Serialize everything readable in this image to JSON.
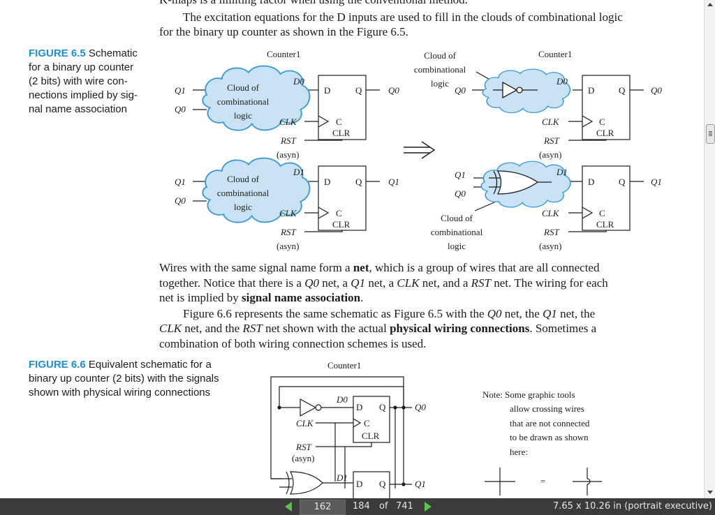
{
  "top_text": {
    "cut_line": "K-maps is a limiting factor when using the conventional method.",
    "p1_line1": "The excitation equations for the D inputs are used to fill in the clouds of combinational logic",
    "p1_line2": "for the binary up counter as shown in the Figure 6.5."
  },
  "figure_6_5": {
    "caption_label": "FIGURE 6.5",
    "caption_lines": [
      "Schematic",
      "for a binary up counter",
      "(2 bits) with wire con-",
      "nections implied by sig-",
      "nal name association"
    ],
    "left": {
      "title": "Counter1",
      "cloud_lines": [
        "Cloud of",
        "combinational",
        "logic"
      ],
      "q1": "Q1",
      "q0": "Q0",
      "d0": "D0",
      "d1": "D1",
      "clk": "CLK",
      "rst": "RST",
      "asyn": "(asyn)",
      "ff_d": "D",
      "ff_q": "Q",
      "ff_c": "C",
      "ff_clr": "CLR"
    },
    "right": {
      "title": "Counter1",
      "cloud_label_lines": [
        "Cloud of",
        "combinational",
        "logic"
      ]
    },
    "arrow": "⇒"
  },
  "middle_text": {
    "l1_a": "Wires with the same signal name form a ",
    "l1_b": "net",
    "l1_c": ", which is a group of wires that are all connected",
    "l2_a": "together. Notice that there is a ",
    "l2_q0": "Q0",
    "l2_b": " net, a ",
    "l2_q1": "Q1",
    "l2_c": " net, a ",
    "l2_clk": "CLK",
    "l2_d": " net, and a ",
    "l2_rst": "RST",
    "l2_e": " net. The wiring for each",
    "l3_a": "net is implied by ",
    "l3_b": "signal name association",
    "l3_c": ".",
    "l4_a": "Figure 6.6 represents the same schematic as Figure 6.5 with the ",
    "l4_q0": "Q0",
    "l4_b": " net, the ",
    "l4_q1": "Q1",
    "l4_c": " net, the",
    "l5_clk": "CLK",
    "l5_a": " net, and the ",
    "l5_rst": "RST",
    "l5_b": " net shown with the actual ",
    "l5_c": "physical wiring connections",
    "l5_d": ". Sometimes a",
    "l6": "combination of both wiring connection schemes is used."
  },
  "figure_6_6": {
    "caption_label": "FIGURE 6.6",
    "caption_lines": [
      "Equivalent schematic for a",
      "binary up counter (2 bits) with the signals",
      "shown with physical wiring connections"
    ],
    "title": "Counter1",
    "d0": "D0",
    "d1": "D1",
    "q0": "Q0",
    "q1": "Q1",
    "clk": "CLK",
    "rst": "RST",
    "asyn": "(asyn)",
    "ff_d": "D",
    "ff_q": "Q",
    "ff_c": "C",
    "ff_clr": "CLR",
    "note_lines": [
      "Note: Some graphic tools",
      "allow crossing wires",
      "that are not connected",
      "to be drawn as shown",
      "here:"
    ],
    "equals": "="
  },
  "status_bar": {
    "page_input": "162",
    "page_label": "184",
    "of": "of",
    "page_count": "741",
    "page_size": "7.65 x 10.26 in (portrait executive)"
  },
  "colors": {
    "caption_accent": "#1d8fd6",
    "cloud_fill": "#c9e3f4",
    "cloud_stroke": "#3d9ad6",
    "nav_arrow": "#57c44a",
    "status_bg": "#3b3b3b"
  }
}
